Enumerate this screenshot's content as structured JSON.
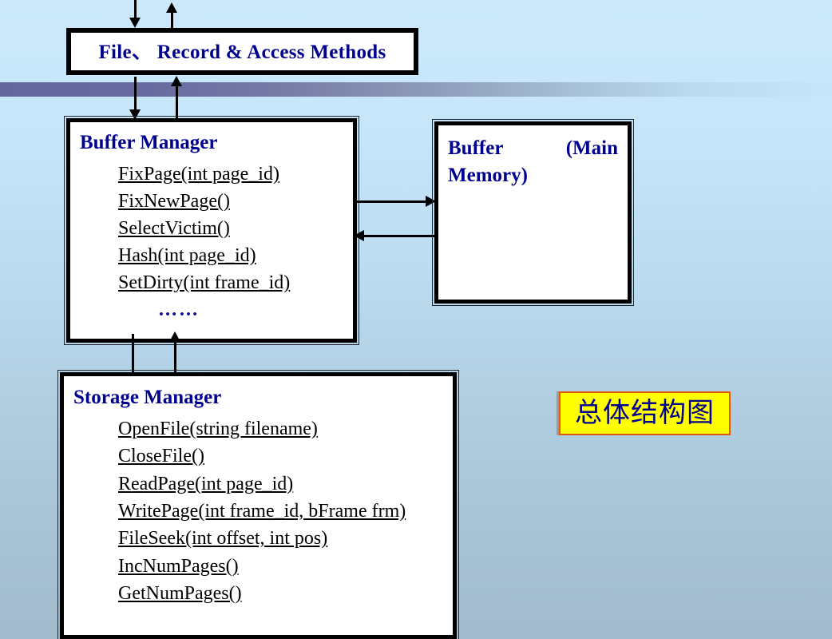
{
  "slide": {
    "background_top_color": "#cbe9fb",
    "background_bottom_color": "#a2bcce",
    "band_color": "#64679c",
    "title_color": "#00008f",
    "caption_fill": "#ffff00",
    "caption_border": "#dd5a11"
  },
  "file_box": {
    "title": "File、 Record & Access Methods"
  },
  "buffer_manager": {
    "title": "Buffer Manager",
    "methods": [
      "FixPage(int page_id)",
      "FixNewPage()",
      "SelectVictim()",
      "Hash(int page_id)",
      "SetDirty(int frame_id)"
    ],
    "ellipsis": "……"
  },
  "buffer_memory": {
    "title_part1": "Buffer",
    "title_part2": "(Main",
    "title_part3": "Memory)"
  },
  "storage_manager": {
    "title": "Storage  Manager",
    "methods": [
      "OpenFile(string filename)",
      "CloseFile()",
      "ReadPage(int page_id)",
      "WritePage(int frame_id, bFrame frm)",
      "FileSeek(int offset, int pos)",
      "IncNumPages()",
      "GetNumPages()"
    ]
  },
  "caption": {
    "text": "总体结构图"
  },
  "connectors": [
    {
      "name": "top-into-file-down",
      "direction": "down"
    },
    {
      "name": "top-out-of-file-up",
      "direction": "up"
    },
    {
      "name": "file-to-buffer-manager-down",
      "direction": "down"
    },
    {
      "name": "buffer-manager-to-file-up",
      "direction": "up"
    },
    {
      "name": "buffer-manager-to-buffer-memory-right",
      "direction": "right"
    },
    {
      "name": "buffer-memory-to-buffer-manager-left",
      "direction": "left"
    },
    {
      "name": "buffer-manager-to-storage-manager-down",
      "direction": "down"
    },
    {
      "name": "storage-manager-to-buffer-manager-up",
      "direction": "up"
    }
  ]
}
